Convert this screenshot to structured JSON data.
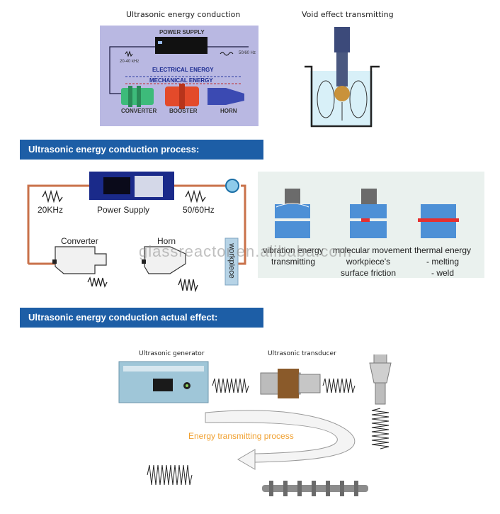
{
  "top": {
    "left_caption": "Ultrasonic energy conduction",
    "right_caption": "Void effect transmitting",
    "schematic": {
      "power_supply": "POWER SUPPLY",
      "freq_in": "50/60 Hz",
      "freq_out": "20-40 kHz",
      "electrical": "ELECTRICAL ENERGY",
      "mechanical": "MECHANICAL ENERGY",
      "converter": "CONVERTER",
      "booster": "BOOSTER",
      "horn": "HORN"
    }
  },
  "section1": {
    "banner": "Ultrasonic energy conduction process:",
    "freq_left": "20KHz",
    "power_supply": "Power Supply",
    "freq_right": "50/60Hz",
    "converter": "Converter",
    "horn": "Horn",
    "workpiece": "workpiece",
    "panel": [
      {
        "line1": "vibration energy",
        "line2": "transmitting",
        "line3": ""
      },
      {
        "line1": "molecular movement",
        "line2": "workpiece's",
        "line3": "surface friction"
      },
      {
        "line1": "thermal energy",
        "line2": "- melting",
        "line3": "- weld"
      }
    ]
  },
  "section2": {
    "banner": "Ultrasonic energy conduction actual effect:",
    "generator": "Ultrasonic generator",
    "transducer": "Ultrasonic transducer",
    "process": "Energy transmitting process"
  },
  "watermark": "glassreactor.en.alibaba.com",
  "colors": {
    "banner": "#1d5ea6",
    "wire": "#c9714a",
    "panel_bg": "#eaf1ee",
    "schematic_bg": "#b9b8e2",
    "weld_red": "#e53030",
    "process_text": "#f0a030"
  }
}
